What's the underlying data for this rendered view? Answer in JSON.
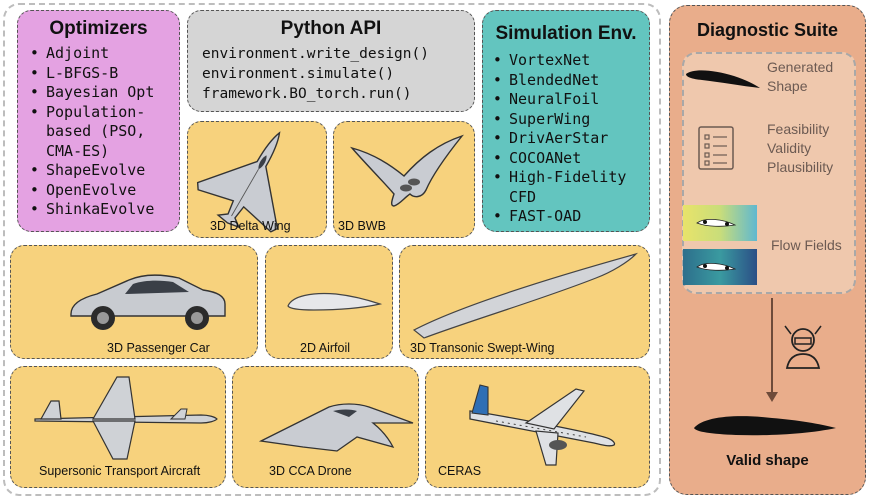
{
  "optimizers": {
    "title": "Optimizers",
    "items": [
      "Adjoint",
      "L-BFGS-B",
      "Bayesian Opt",
      "Population-",
      "based (PSO,",
      "CMA-ES)",
      "ShapeEvolve",
      "OpenEvolve",
      "ShinkaEvolve"
    ]
  },
  "python_api": {
    "title": "Python API",
    "lines": [
      "environment.write_design()",
      "environment.simulate()",
      "framework.BO_torch.run()"
    ]
  },
  "simulation": {
    "title": "Simulation Env.",
    "items": [
      "VortexNet",
      "BlendedNet",
      "NeuralFoil",
      "SuperWing",
      "DrivAerStar",
      "COCOANet",
      "High-Fidelity",
      "CFD",
      "FAST-OAD"
    ]
  },
  "cards": {
    "delta_wing": "3D Delta Wing",
    "bwb": "3D BWB",
    "car": "3D Passenger Car",
    "airfoil": "2D Airfoil",
    "swept_wing": "3D Transonic Swept-Wing",
    "supersonic": "Supersonic Transport Aircraft",
    "cca_drone": "3D CCA Drone",
    "ceras": "CERAS"
  },
  "diagnostic": {
    "title": "Diagnostic Suite",
    "generated": [
      "Generated",
      "Shape"
    ],
    "checks": [
      "Feasibility",
      "Validity",
      "Plausibility"
    ],
    "flow": "Flow Fields",
    "valid": "Valid shape"
  }
}
